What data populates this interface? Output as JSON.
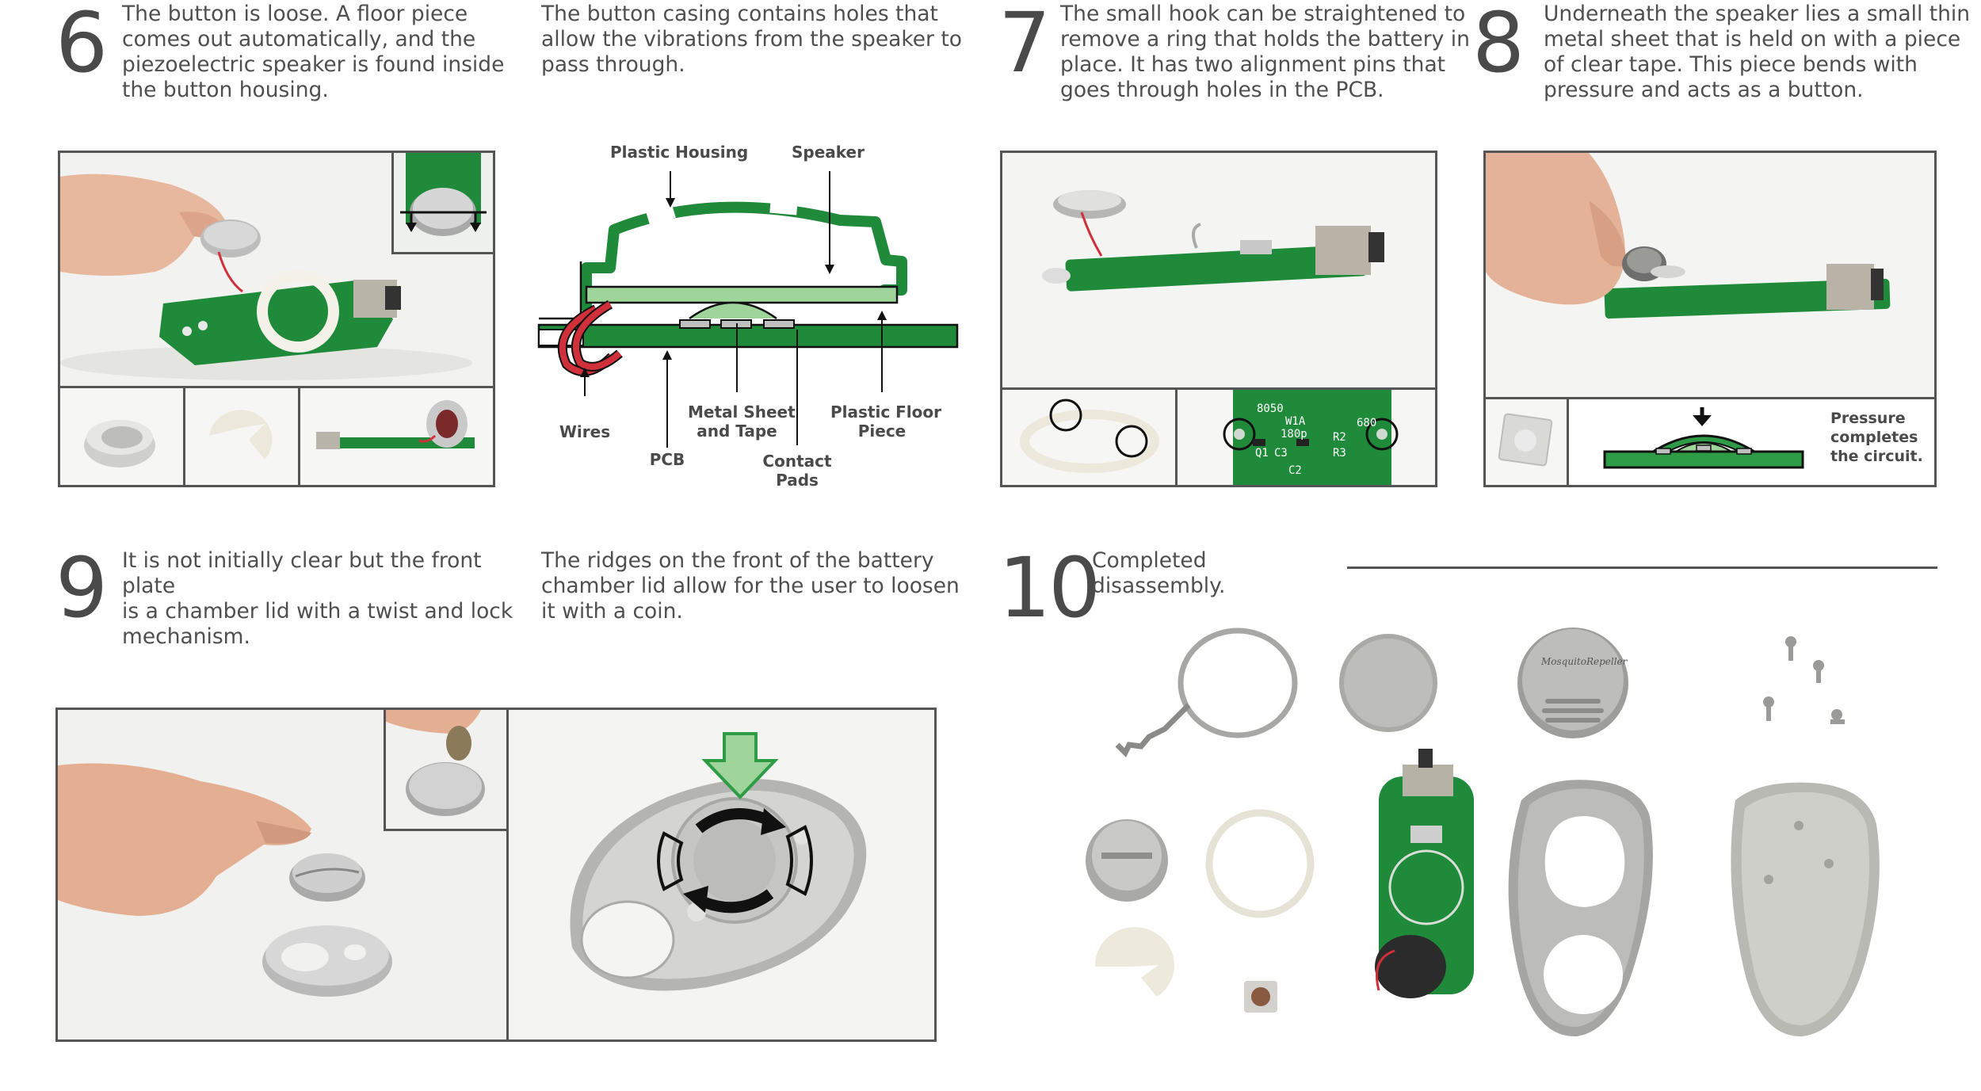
{
  "steps": {
    "s6": {
      "number": "6",
      "lines": [
        "The button is loose. A floor piece",
        "comes out automatically, and the",
        "piezoelectric speaker is found inside",
        "the button housing."
      ]
    },
    "s6b": {
      "lines": [
        "The button casing contains holes that",
        "allow the vibrations from the speaker to",
        "pass through."
      ]
    },
    "s7": {
      "number": "7",
      "lines": [
        "The small hook can be straightened to",
        "remove a ring that holds the battery in",
        "place. It has two alignment pins that",
        "goes through holes in the PCB."
      ]
    },
    "s8": {
      "number": "8",
      "lines": [
        "Underneath the speaker lies a small thin",
        "metal sheet that is held on with a piece",
        "of clear tape. This piece bends with",
        "pressure and acts as a button."
      ]
    },
    "s9": {
      "number": "9",
      "lines": [
        "It is not initially clear but the front plate",
        "is a chamber lid with a twist and lock",
        "mechanism."
      ]
    },
    "s9b": {
      "lines": [
        "The ridges on the front of the battery",
        "chamber lid allow for the user to loosen",
        "it with a coin."
      ]
    },
    "s10": {
      "number": "10",
      "caption": "Completed disassembly."
    }
  },
  "diagram": {
    "plastic_housing": "Plastic Housing",
    "speaker": "Speaker",
    "wires": "Wires",
    "pcb": "PCB",
    "metal_sheet": [
      "Metal Sheet",
      "and Tape"
    ],
    "contact_pads": [
      "Contact",
      "Pads"
    ],
    "plastic_floor": [
      "Plastic Floor",
      "Piece"
    ]
  },
  "pressure_note": [
    "Pressure",
    "completes",
    "the circuit."
  ],
  "pcb_silkscreen": [
    "8050",
    "W1A",
    "180p",
    "680",
    "R2",
    "Q1",
    "C3",
    "R3",
    "C2"
  ],
  "battery_lid_logo": "MosquitoRepeller",
  "colors": {
    "pcb_green": "#1f8a3a",
    "diagram_green": "#2e9b46",
    "light_green": "#9fd49a",
    "frame_grey": "#555555",
    "text_grey": "#4f4f4f",
    "wire_red": "#d0303a"
  }
}
